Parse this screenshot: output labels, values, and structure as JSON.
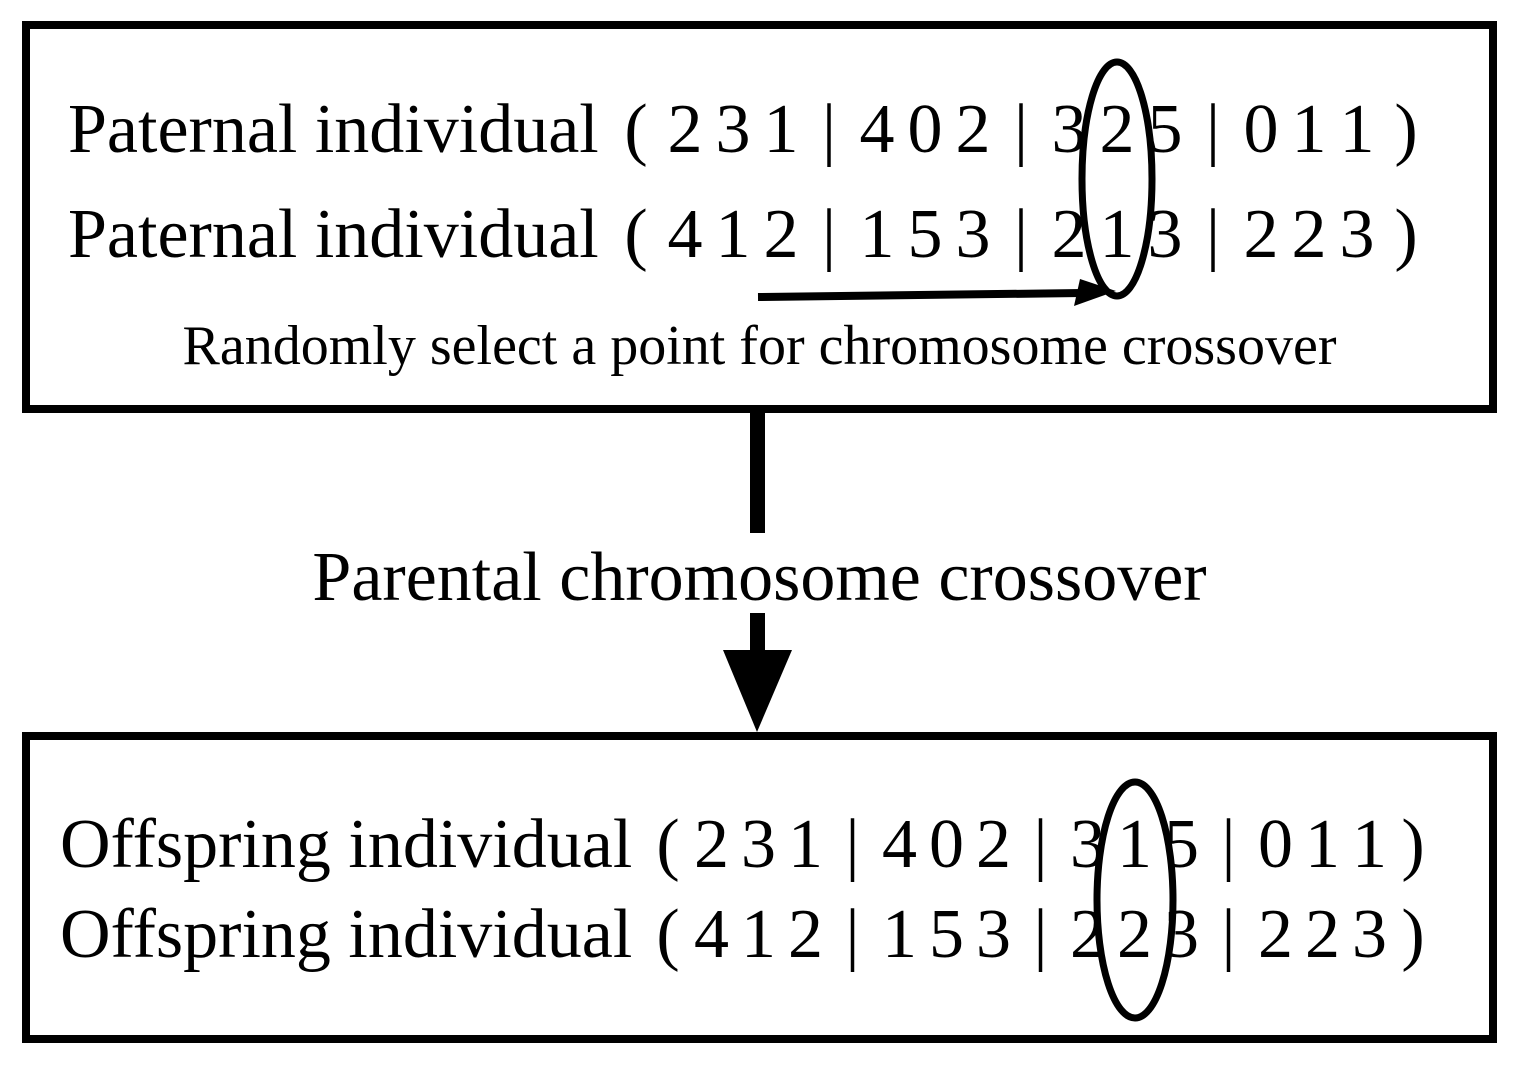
{
  "colors": {
    "ink": "#000000",
    "background": "#ffffff"
  },
  "top_box": {
    "rows": [
      {
        "label": "Paternal individual",
        "open_paren": "(",
        "genes": [
          "2",
          "3",
          "1",
          "|",
          "4",
          "0",
          "2",
          "|",
          "3",
          "2",
          "5",
          "|",
          "0",
          "1",
          "1"
        ],
        "close_paren": ")",
        "circled_token_index": 9,
        "circled_value": "2"
      },
      {
        "label": "Paternal individual",
        "open_paren": "(",
        "genes": [
          "4",
          "1",
          "2",
          "|",
          "1",
          "5",
          "3",
          "|",
          "2",
          "1",
          "3",
          "|",
          "2",
          "2",
          "3"
        ],
        "close_paren": ")",
        "circled_token_index": 9,
        "circled_value": "1"
      }
    ],
    "caption": "Randomly select a point for chromosome crossover"
  },
  "middle": {
    "label": "Parental chromosome crossover"
  },
  "bottom_box": {
    "rows": [
      {
        "label": "Offspring individual",
        "open_paren": "(",
        "genes": [
          "2",
          "3",
          "1",
          "|",
          "4",
          "0",
          "2",
          "|",
          "3",
          "1",
          "5",
          "|",
          "0",
          "1",
          "1"
        ],
        "close_paren": ")",
        "circled_token_index": 9,
        "circled_value": "1"
      },
      {
        "label": "Offspring individual",
        "open_paren": "(",
        "genes": [
          "4",
          "1",
          "2",
          "|",
          "1",
          "5",
          "3",
          "|",
          "2",
          "2",
          "3",
          "|",
          "2",
          "2",
          "3"
        ],
        "close_paren": ")",
        "circled_token_index": 9,
        "circled_value": "2"
      }
    ]
  }
}
